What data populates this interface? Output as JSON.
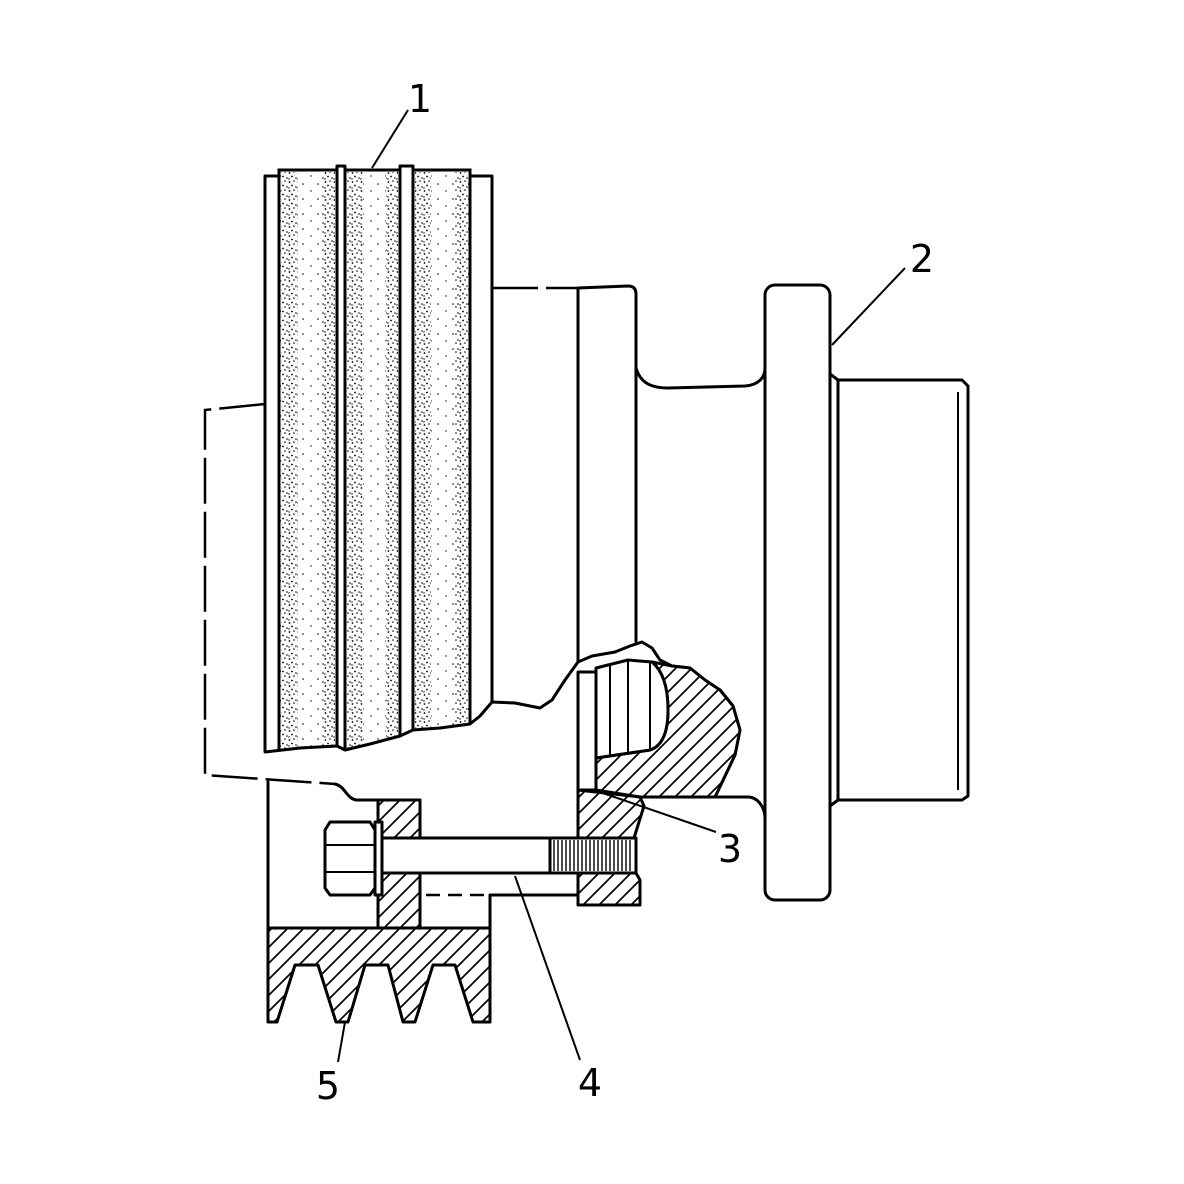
{
  "callouts": {
    "part_1": "1",
    "part_2": "2",
    "part_3": "3",
    "part_4": "4",
    "part_5": "5"
  },
  "colors": {
    "ink": "#000000",
    "paper": "#ffffff"
  }
}
